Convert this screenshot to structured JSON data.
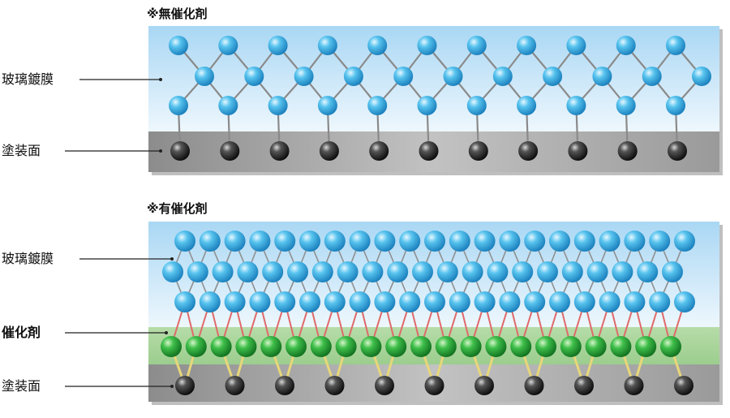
{
  "panels": [
    {
      "id": "without-catalyst",
      "title": "※無催化剤",
      "labels": [
        {
          "key": "glass-coating",
          "text": "玻璃鍍膜",
          "bold": false
        },
        {
          "key": "painted-surface",
          "text": "塗装面",
          "bold": false
        }
      ],
      "molecule_colors": {
        "glass": "#2aa8e0",
        "paint": "#222222",
        "bond": "#8a8a8a"
      }
    },
    {
      "id": "with-catalyst",
      "title": "※有催化剤",
      "labels": [
        {
          "key": "glass-coating",
          "text": "玻璃鍍膜",
          "bold": false
        },
        {
          "key": "catalyst",
          "text": "催化剤",
          "bold": true
        },
        {
          "key": "painted-surface",
          "text": "塗装面",
          "bold": false
        }
      ],
      "molecule_colors": {
        "glass": "#2aa8e0",
        "catalyst": "#1f9a2e",
        "paint": "#222222",
        "bond_catalyst": "#e06a6a",
        "bond_paint": "#e8d67a"
      }
    }
  ],
  "colors": {
    "sky_top": "#a9d7f4",
    "sky_bottom": "#eef7fd",
    "surface_dark": "#8c8c8c",
    "surface_light": "#bdbdbd",
    "catalyst_band": "#a6d39a"
  }
}
